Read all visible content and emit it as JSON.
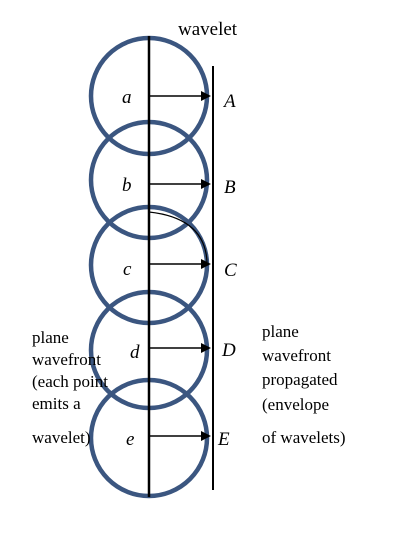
{
  "title_label": "wavelet",
  "points": [
    {
      "source": "a",
      "target": "A"
    },
    {
      "source": "b",
      "target": "B"
    },
    {
      "source": "c",
      "target": "C"
    },
    {
      "source": "d",
      "target": "D"
    },
    {
      "source": "e",
      "target": "E"
    }
  ],
  "left_caption": [
    "plane",
    "wavefront",
    "(each point",
    "emits a",
    "wavelet)"
  ],
  "right_caption": [
    "plane",
    "wavefront",
    "propagated",
    "(envelope",
    "of wavelets)"
  ],
  "colors": {
    "wavelet_circle": "#3b5680",
    "lines": "#000000",
    "text": "#000000"
  }
}
